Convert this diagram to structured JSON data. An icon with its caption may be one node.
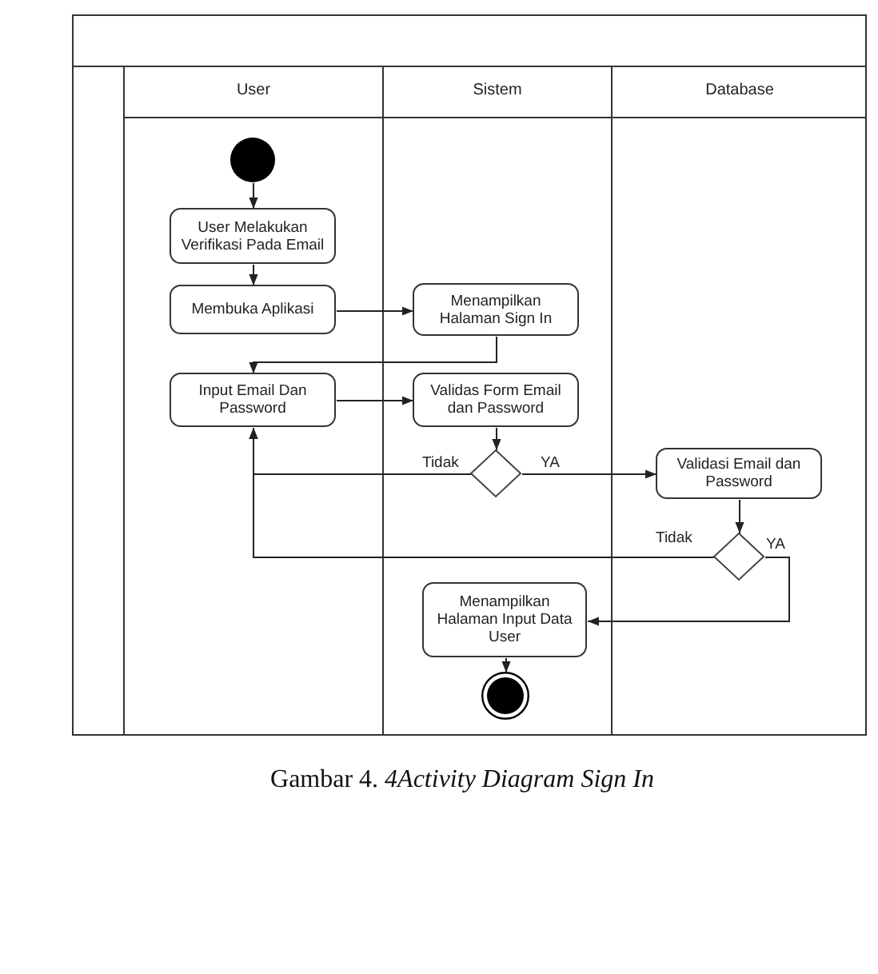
{
  "diagram": {
    "caption": "Gambar 4. *4Activity Diagram Sign In*",
    "nodes": [
      {
        "text": [
          "User"
        ]
      },
      {
        "text": [],
        "shape": "circle",
        "in": 0
      },
      {
        "text": [
          "User Melakukan Verifikasi Pada Email"
        ],
        "in": 0
      },
      {
        "text": [
          "Membuka Aplikasi"
        ],
        "in": 0
      },
      {
        "text": [
          "Input Email Dan Password"
        ],
        "in": 0
      },
      {
        "text": [
          "Sistem"
        ]
      },
      {
        "text": [
          "Menampilkan Halaman Sign In"
        ],
        "in": 5
      },
      {
        "text": [
          "Validas Form Email dan Password"
        ],
        "in": 5
      },
      {
        "text": [],
        "shape": "diamond",
        "in": 5
      },
      {
        "text": [
          "Menampilkan Halaman Input Data User"
        ],
        "in": 5
      },
      {
        "text": [],
        "shape": "bullseye",
        "in": 5
      },
      {
        "text": [
          "Database"
        ]
      },
      {
        "text": [
          "Validasi Email dan Password"
        ],
        "in": 11
      },
      {
        "text": [],
        "shape": "diamond",
        "in": 11
      }
    ],
    "edges": [
      {
        "from": 1,
        "to": 2,
        "arrow": "to"
      },
      {
        "from": 2,
        "to": 3,
        "arrow": "to"
      },
      {
        "from": 3,
        "to": 6,
        "arrow": "to"
      },
      {
        "from": 6,
        "to": 4,
        "arrow": "to"
      },
      {
        "from": 4,
        "to": 7,
        "arrow": "to"
      },
      {
        "from": 7,
        "to": 8,
        "arrow": "to"
      },
      {
        "from": 8,
        "to": 4,
        "label": "Tidak",
        "arrow": "to"
      },
      {
        "from": 8,
        "to": 12,
        "label": "YA",
        "arrow": "to"
      },
      {
        "from": 12,
        "to": 13,
        "arrow": "to"
      },
      {
        "from": 13,
        "to": 4,
        "label": "Tidak",
        "arrow": "to"
      },
      {
        "from": 13,
        "to": 9,
        "label": "YA",
        "arrow": "to"
      },
      {
        "from": 9,
        "to": 10,
        "arrow": "to"
      }
    ]
  }
}
